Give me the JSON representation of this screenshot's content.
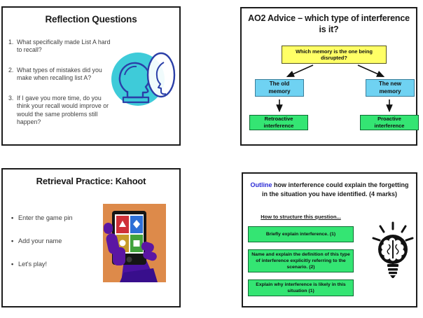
{
  "page": {
    "background": "#ffffff"
  },
  "slides": {
    "reflection": {
      "title": "Reflection Questions",
      "questions": [
        {
          "num": "1.",
          "text": "What specifically made List A hard to recall?"
        },
        {
          "num": "2.",
          "text": "What types of mistakes did you make when recalling list A?"
        },
        {
          "num": "3.",
          "text": "If I gave you more time, do you think your recall would improve or would the same problems still happen?"
        }
      ],
      "icon": {
        "name": "reflection-faces-icon",
        "circle_color": "#3ecbd9",
        "outline_color": "#2b3fa8"
      }
    },
    "ao2": {
      "title_lines": [
        "AO2 Advice – which type of interference",
        "is it?"
      ],
      "flowchart": {
        "root": {
          "label": "Which memory is the one being disrupted?",
          "color": "#ffff66"
        },
        "branches": [
          {
            "mid": {
              "label": "The old memory",
              "color": "#6fd2f2"
            },
            "leaf": {
              "label": "Retroactive interference",
              "color": "#34e573"
            }
          },
          {
            "mid": {
              "label": "The new memory",
              "color": "#6fd2f2"
            },
            "leaf": {
              "label": "Proactive interference",
              "color": "#34e573"
            }
          }
        ]
      }
    },
    "kahoot": {
      "title": "Retrieval Practice: Kahoot",
      "bullets": [
        "Enter the game pin",
        "Add your name",
        "Let's play!"
      ],
      "image": {
        "name": "kahoot-hand-tablet-image",
        "bg_color": "#dd8a4a",
        "hand_color": "#5b16a3",
        "tile_colors": {
          "red": "#cf3038",
          "blue": "#2e6fd6",
          "yellow": "#c79a2a",
          "green": "#42a23c"
        }
      }
    },
    "outline": {
      "title_keyword": "Outline",
      "title_rest": " how interference could explain the forgetting in the situation you have identified. (4 marks)",
      "keyword_color": "#2b2bd6",
      "subheading": "How to structure this question...",
      "steps": [
        "Briefly explain interference. (1)",
        "Name and explain the definition of this type of interference explicitly referring to the scenario. (2)",
        "Explain why interference is likely in this situation (1)"
      ],
      "step_color": "#34e573",
      "icon": {
        "name": "lightbulb-brain-icon",
        "color": "#111111"
      }
    }
  }
}
